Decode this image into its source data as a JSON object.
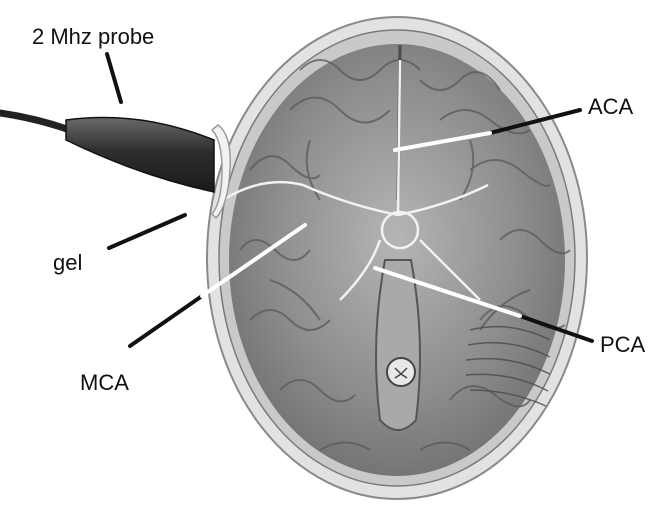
{
  "figure": {
    "labels": {
      "probe": "2 Mhz probe",
      "aca": "ACA",
      "gel": "gel",
      "mca": "MCA",
      "pca": "PCA"
    },
    "icons": [
      "ultrasound-probe-icon",
      "brain-icon"
    ],
    "colors": {
      "background": "#ffffff",
      "text": "#111111",
      "leader_line": "#111111",
      "vessel_line": "#ffffff",
      "skull": "#d8d8d8",
      "brain": "#9a9a9a",
      "probe": "#3a3a3a"
    }
  }
}
